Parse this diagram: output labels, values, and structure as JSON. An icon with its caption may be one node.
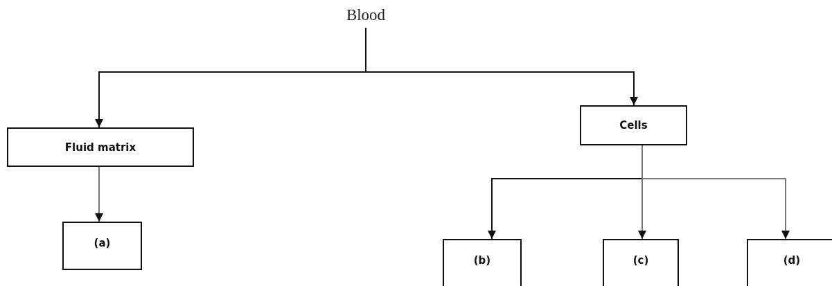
{
  "diagram": {
    "nodes": [
      {
        "text": [
          "Blood"
        ]
      },
      {
        "text": [
          "Fluid matrix"
        ]
      },
      {
        "text": [
          "Cells"
        ]
      },
      {
        "text": [
          "(a)"
        ]
      },
      {
        "text": [
          "(b)"
        ]
      },
      {
        "text": [
          "(c)"
        ]
      },
      {
        "text": [
          "(d)"
        ]
      }
    ],
    "edges": [
      {
        "from": 0,
        "to": 1,
        "arrow": "to"
      },
      {
        "from": 0,
        "to": 2,
        "arrow": "to"
      },
      {
        "from": 1,
        "to": 3,
        "arrow": "to",
        "color": "#777777"
      },
      {
        "from": 2,
        "to": 4,
        "arrow": "to"
      },
      {
        "from": 2,
        "to": 5,
        "arrow": "to",
        "color": "#777777"
      },
      {
        "from": 2,
        "to": 6,
        "arrow": "to",
        "color": "#777777"
      }
    ]
  }
}
